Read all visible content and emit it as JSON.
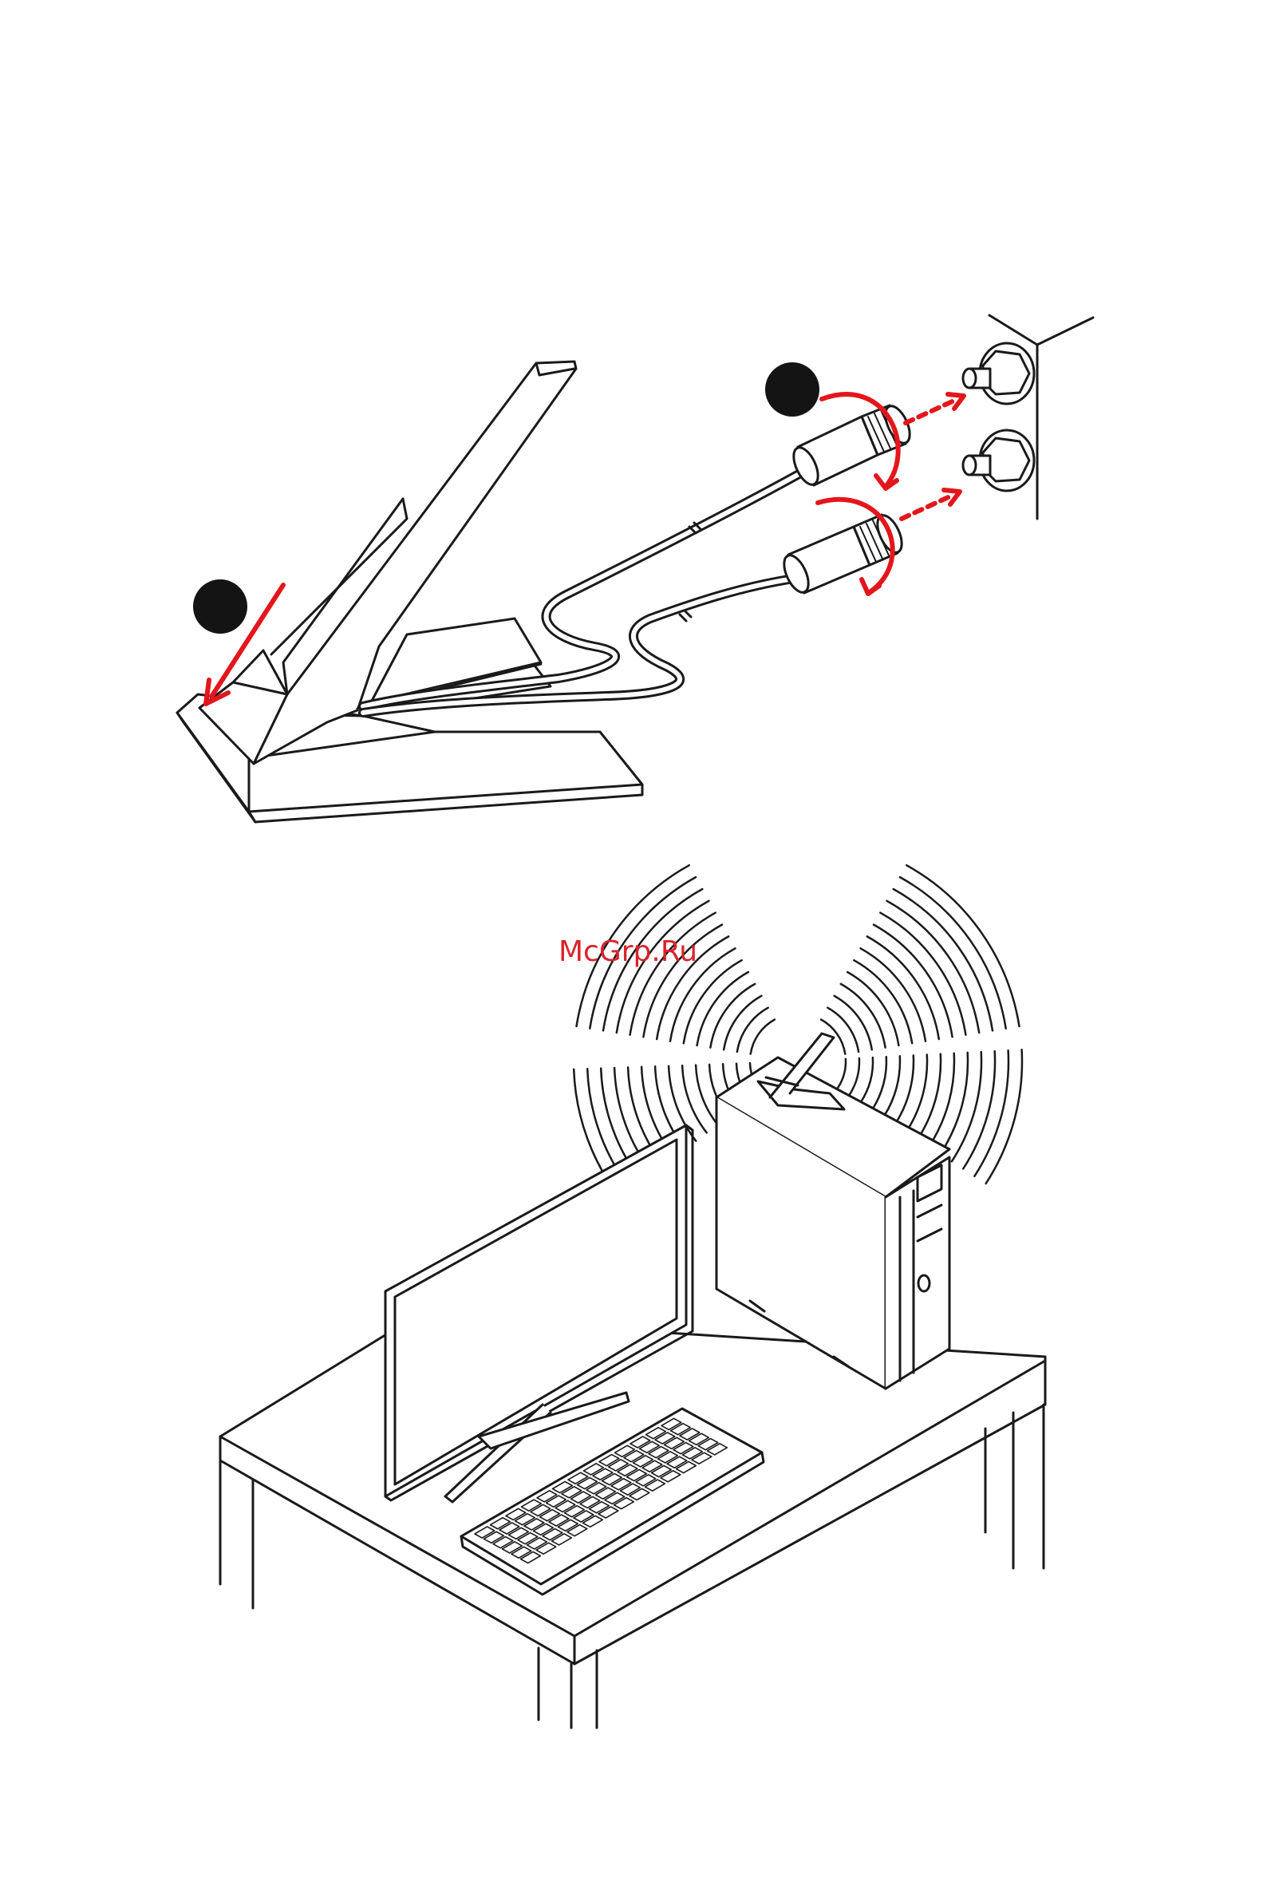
{
  "watermark": {
    "text": "McGrp.Ru",
    "color": "#d9232b"
  },
  "steps": [
    {
      "label": ""
    },
    {
      "label": ""
    }
  ],
  "colors": {
    "line": "#1a1a1a",
    "accent": "#e3161c",
    "badge": "#141414",
    "background": "#ffffff"
  },
  "icons": [
    "antenna-stand",
    "antenna-cable-connector",
    "rp-sma-port",
    "desktop-pc-tower",
    "monitor",
    "keyboard",
    "desk",
    "wireless-signal-waves"
  ]
}
